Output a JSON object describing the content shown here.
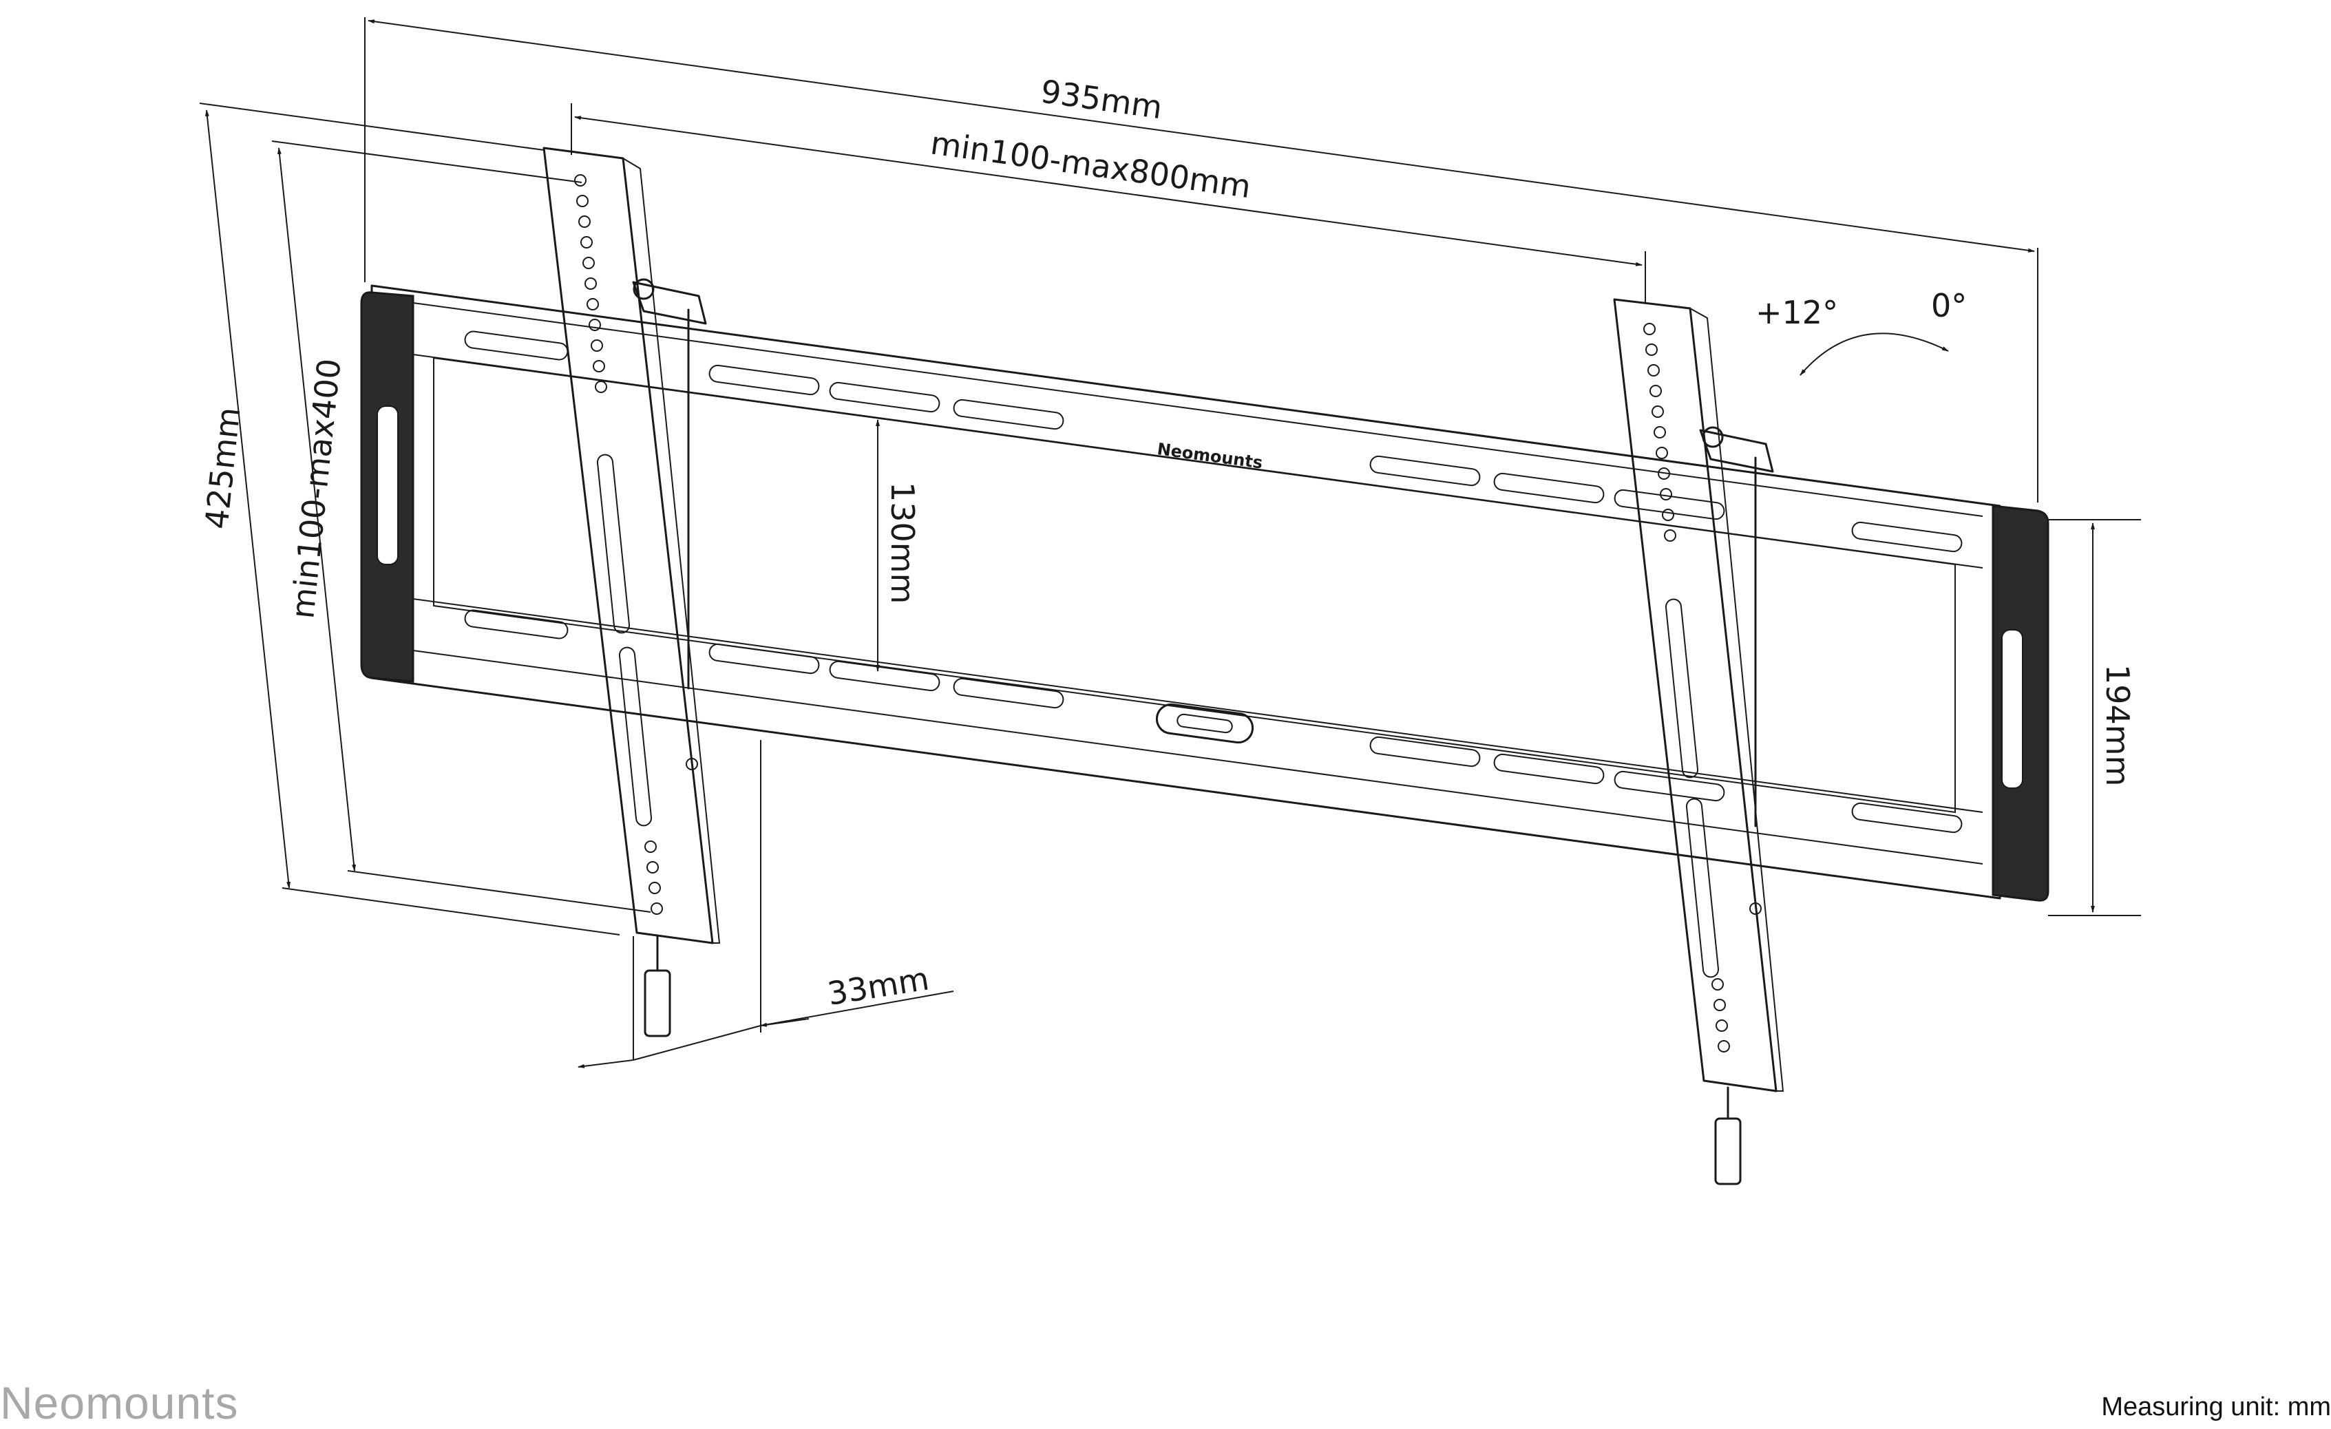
{
  "dimensions": {
    "overall_width": "935mm",
    "vesa_horizontal": "min100-max800mm",
    "overall_height": "425mm",
    "vesa_vertical": "min100-max400",
    "rail_spacing": "130mm",
    "plate_height": "194mm",
    "wall_distance": "33mm"
  },
  "tilt": {
    "max_label": "+12°",
    "min_label": "0°"
  },
  "product_logo": "Neomounts",
  "footer": {
    "brand": "Neomounts",
    "unit_note": "Measuring unit: mm"
  }
}
